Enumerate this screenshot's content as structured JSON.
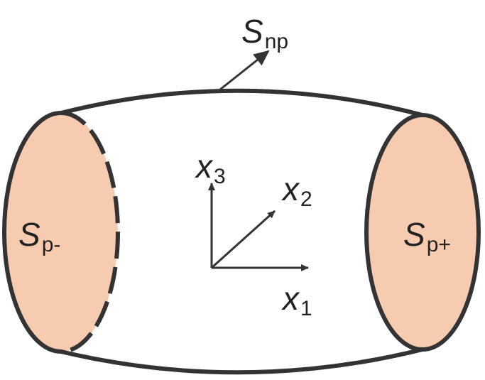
{
  "colors": {
    "stroke": "#333333",
    "face_fill": "#f6cbb0",
    "background": "#ffffff",
    "text": "#222222"
  },
  "labels": {
    "normal_surface": {
      "symbol": "S",
      "subscript": "np"
    },
    "left_face": {
      "symbol": "S",
      "subscript": "p-"
    },
    "right_face": {
      "symbol": "S",
      "subscript": "p+"
    }
  },
  "axes": {
    "x1": {
      "symbol": "x",
      "subscript": "1"
    },
    "x2": {
      "symbol": "x",
      "subscript": "2"
    },
    "x3": {
      "symbol": "x",
      "subscript": "3"
    }
  }
}
